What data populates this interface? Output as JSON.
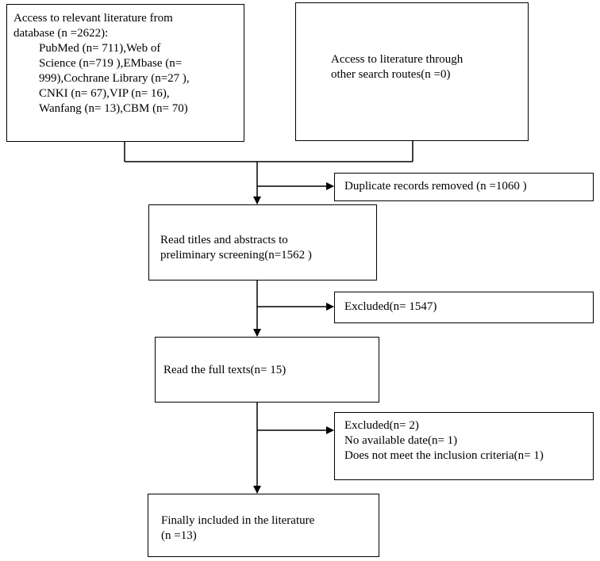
{
  "flow": {
    "database_box": {
      "heading": [
        "Access to relevant literature from",
        "database (n =2622):"
      ],
      "sources": [
        "PubMed (n= 711),Web of",
        "Science (n=719 ),EMbase (n=",
        "999),Cochrane Library (n=27 ),",
        "CNKI (n= 67),VIP (n= 16),",
        "Wanfang (n= 13),CBM (n= 70)"
      ]
    },
    "other_routes_box": {
      "lines": [
        "Access to literature through",
        "other search routes(n =0)"
      ]
    },
    "duplicates_box": {
      "lines": [
        "Duplicate records removed  (n =1060 )"
      ]
    },
    "screening_box": {
      "lines": [
        "Read titles and abstracts to",
        "preliminary screening(n=1562 )"
      ]
    },
    "excluded_1_box": {
      "lines": [
        "Excluded(n= 1547)"
      ]
    },
    "fulltext_box": {
      "lines": [
        "Read the full texts(n= 15)"
      ]
    },
    "excluded_2_box": {
      "lines": [
        "Excluded(n= 2)",
        "No available date(n= 1)",
        "Does not meet the inclusion criteria(n= 1)"
      ]
    },
    "included_box": {
      "lines": [
        "Finally included in the literature",
        "(n =13)"
      ]
    }
  }
}
